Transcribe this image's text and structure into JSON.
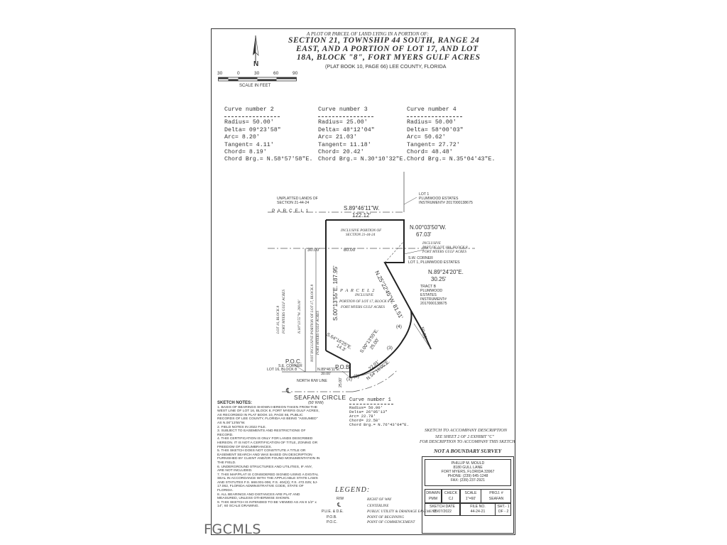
{
  "header": {
    "line1": "A PLOT OR PARCEL OF LAND LYING IN A PORTION OF:",
    "line2": "SECTION 21, TOWNSHIP 44 SOUTH, RANGE 24",
    "line3": "EAST, AND A PORTION OF LOT 17, AND LOT",
    "line4": "18A, BLOCK \"8\", FORT MYERS GULF ACRES",
    "line5": "(PLAT BOOK 10, PAGE 66) LEE COUNTY, FLORIDA"
  },
  "north_arrow": {
    "label": "N"
  },
  "scale_bar": {
    "ticks": [
      "30",
      "0",
      "30",
      "60",
      "90"
    ],
    "caption": "SCALE IN FEET"
  },
  "curves_top": [
    {
      "title": "Curve number 2",
      "radius": "Radius= 50.00'",
      "delta": "Delta= 09°23'58\"",
      "arc": "Arc= 8.20'",
      "tangent": "Tangent= 4.11'",
      "chord": "Chord= 8.19'",
      "bearing": "Chord Brg.= N.58°57'58\"E."
    },
    {
      "title": "Curve number 3",
      "radius": "Radius= 25.00'",
      "delta": "Delta= 48°12'04\"",
      "arc": "Arc= 21.03'",
      "tangent": "Tangent= 11.18'",
      "chord": "Chord= 20.42'",
      "bearing": "Chord Brg.= N.30°10'32\"E."
    },
    {
      "title": "Curve number 4",
      "radius": "Radius= 50.00'",
      "delta": "Delta= 58°00'03\"",
      "arc": "Arc= 50.62'",
      "tangent": "Tangent= 27.72'",
      "chord": "Chord= 48.48'",
      "bearing": "Chord Brg.= N.35°04'43\"E."
    }
  ],
  "drawing": {
    "unplatted": "UNPLATTED LANDS OF",
    "unplatted2": "SECTION 21-44-24",
    "parcel1": "P A R C E L   1",
    "line_top_brg": "S.89°46'11\"W.",
    "line_top_dist": "122.12'",
    "lot1_a": "LOT 1",
    "lot1_b": "PLUMWOOD ESTATES",
    "lot1_c": "INSTRUMENT# 2017000138675",
    "incl1": "INCLUSIVE PORTION OF",
    "incl2": "SECTION 21-44-24",
    "east_brg": "N.00°03'50\"W.",
    "east_dist": "67.03'",
    "dim_30": "30.00'",
    "dim_80": "80.00'",
    "incl_lot18a_1": "INCLUSIVE",
    "incl_lot18a_2": "PART OF LOT 18A, BLOCK 8,",
    "incl_lot18a_3": "FORT MYERS GULF ACRES",
    "sw_corner_1": "S.W. CORNER",
    "sw_corner_2": "LOT 1, PLUMWOOD ESTATES",
    "brg_3025_a": "N.89°24'20\"E.",
    "brg_3025_b": "30.25'",
    "tract_a": "TRACT B",
    "tract_b": "PLUMWOOD",
    "tract_c": "ESTATES",
    "tract_d": "INSTRUMENT#",
    "tract_e": "2017000138675",
    "west_brg": "S.00°13'55\"E.  187.95'",
    "diag_brg": "N.25°22'45\"W.  81.51'",
    "parcel2": "P A R C E L   2",
    "parcel2_b": "INCLUSIVE",
    "parcel2_c": "PORTION OF LOT 17, BLOCK 8",
    "parcel2_d": "FORT MYERS GULF ACRES",
    "lot16_a": "LOT 16, BLOCK 8",
    "lot16_b": "FORT MYERS GULF ACRES",
    "lot16_brg": "N.00°13'55\"W.  200.00'",
    "not_incl_a": "NOT INCLUSIVE PORTION OF LOT 17, BLOCK 8",
    "not_incl_b": "FORT MYERS GULF ACRES",
    "brg_64": "S.64°16'25\"E.",
    "brg_64_dist": "14.3'",
    "brg_s00": "S.00°13'55\"E.",
    "brg_s00_dist": "25.00'",
    "brg_n54": "N.54°16'05\"E.",
    "brg_n54_dist": "22.01'",
    "c4_label": "(4)",
    "c3_label": "(3)",
    "c2_label": "(2)",
    "c1_label": "(1)",
    "dist_50": "50.00'",
    "poc": "P.O.C.",
    "se_corner_a": "S.E. CORNER",
    "se_corner_b": "LOT 16, BLOCK 8",
    "brg_small": "N.89°46'11\"E.",
    "brg_small_dist": "30.00'",
    "pob": "P.O.B.",
    "north_rw": "NORTH R/W LINE",
    "cl_sym": "℄",
    "seafan": "SEAFAN CIRCLE",
    "seafan_rw": "(50' R/W)",
    "dist_2500": "25.00'"
  },
  "curve1": {
    "title": "Curve number 1",
    "radius": "Radius= 50.00'",
    "delta": "Delta= 26°05'13\"",
    "arc": "Arc= 22.78'",
    "chord": "Chord= 22.58'",
    "bearing": "Chord Brg.= N.76°43'04\"E."
  },
  "notes": {
    "heading": "SKETCH NOTES:",
    "items": [
      "1. BASIS OF BEARINGS SHOWN HEREON TAKEN FROM THE WEST LINE OF LOT 16, BLOCK 8, FORT MYERS GULF ACRES, AS RECORDED IN PLAT BOOK 10, PAGE 66, PUBLIC RECORDS OF LEE COUNTY, FLORIDA AS BEING \"ASSUMED\" AS N.00°13'55\"W.",
      "2. FIELD NOTES IN 2022 FILE.",
      "3. SUBJECT TO EASEMENTS AND RESTRICTIONS OF RECORD.",
      "4. THIS CERTIFICATION IS ONLY FOR LANDS DESCRIBED HEREON. IT IS NOT A CERTIFICATION OF TITLE, ZONING OR FREEDOM OF ENCUMBRANCES.",
      "5. THIS SKETCH DOES NOT CONSTITUTE A TITLE OR EASEMENT SEARCH AND WAS BASED ON DESCRIPTION FURNISHED BY CLIENT AND/OR FOUND MONUMENTATION IN THE FIELD.",
      "6. UNDERGROUND STRUCTURES AND UTILITIES, IF ANY, ARE NOT INCLUDED.",
      "7. THIS MAP/PLAT IS CONSIDERED SIGNED USING A DIGITAL SEAL IN ACCORDANCE WITH THE APPLICABLE STATE LAWS AND STATUTES F.S. 668.001-006; F.S. 404(3); F.S. 472.025; 5J-17.062, FLORIDA ADMINISTRATIVE CODE, STATE OF FLORIDA.",
      "8. ALL BEARINGS AND DISTANCES ARE PLAT AND MEASURED, UNLESS OTHERWISE SHOWN.",
      "9. THIS SKETCH IS INTENDED TO BE VIEWED AS AN 8 1/2\" x 14\", 60 SCALE DRAWING."
    ]
  },
  "desc": {
    "line1": "SKETCH TO ACCOMPANY DESCRIPTION",
    "line2": "SEE SHEET 2 OF 2 EXHIBIT \"C\"",
    "line3": "FOR DESCRIPTION TO ACCOMPANY THIS SKETCH",
    "line4": "NOT A BOUNDARY SURVEY"
  },
  "legend": {
    "title": "LEGEND:",
    "rows": [
      {
        "abbr": "R/W",
        "meaning": "RIGHT OF WAY"
      },
      {
        "abbr": "℄",
        "meaning": "CENTERLINE"
      },
      {
        "abbr": "P.U.E. & D.E.",
        "meaning": "PUBLIC UTILITY & DRAINAGE EASEMENT"
      },
      {
        "abbr": "P.O.B.",
        "meaning": "POINT OF BEGINNING"
      },
      {
        "abbr": "P.O.C.",
        "meaning": "POINT OF COMMENCEMENT"
      }
    ]
  },
  "titleblock": {
    "firm1": "PHILLIP M. MOULD",
    "firm2": "8180 GULL LANE",
    "firm3": "FORT MYERS, FLORIDA 33967",
    "firm4": "PHONE: (239) 645-1248",
    "firm5": "FAX: (239) 237-2921",
    "drawn_h": "DRAWN",
    "drawn_v": "PMM",
    "check_h": "CHECK",
    "check_v": "CJ",
    "scale_h": "SCALE",
    "scale_v": "1\"=60'",
    "proj_h": "PROJ. #",
    "proj_v": "SEAFAN",
    "date_h": "SKETCH DATE",
    "date_v": "05/07/2022",
    "file_h": "FILE NO.",
    "file_v": "44-24-21",
    "sht_h": "SHT.- 1",
    "sht_v": "OF - 2"
  },
  "watermark": "FGCMLS"
}
